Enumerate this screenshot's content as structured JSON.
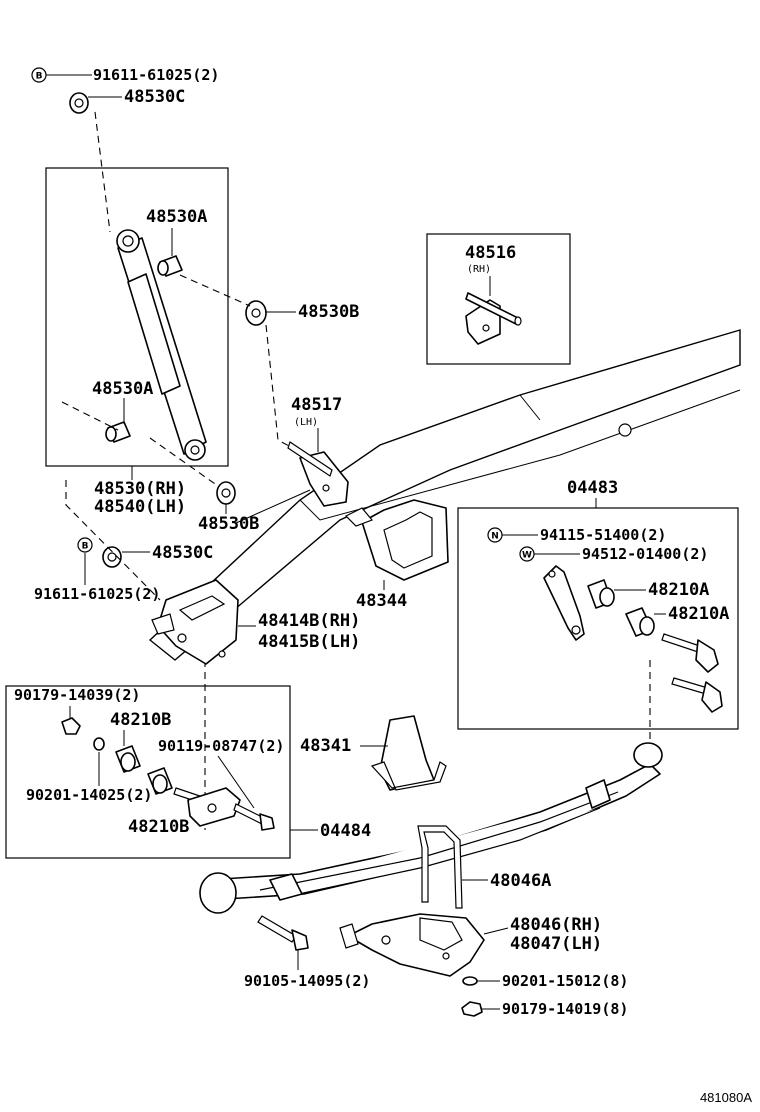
{
  "labels": {
    "shock_nut_top": "91611-61025(2)",
    "bushing_c_top": "48530C",
    "bushing_a_upper": "48530A",
    "bushing_b_upper": "48530B",
    "bushing_a_lower": "48530A",
    "shock_rh": "48530(RH)",
    "shock_lh": "48540(LH)",
    "bushing_b_lower": "48530B",
    "bushing_c_lower": "48530C",
    "shock_nut_bottom": "91611-61025(2)",
    "bracket_rh": "48516",
    "bracket_rh_sub": "(RH)",
    "bracket_lh": "48517",
    "bracket_lh_sub": "(LH)",
    "shackle_kit": "04483",
    "shackle_nut": "94115-51400(2)",
    "shackle_washer": "94512-01400(2)",
    "shackle_bushing_1": "48210A",
    "shackle_bushing_2": "48210A",
    "bumper_upper": "48344",
    "seat_rh": "48414B(RH)",
    "seat_lh": "48415B(LH)",
    "front_nut": "90179-14039(2)",
    "front_bushing_1": "48210B",
    "front_bolt": "90119-08747(2)",
    "front_washer": "90201-14025(2)",
    "front_bushing_2": "48210B",
    "front_kit": "04484",
    "bumper_lower": "48341",
    "u_bolt": "48046A",
    "plate_rh": "48046(RH)",
    "plate_lh": "48047(LH)",
    "main_bolt": "90105-14095(2)",
    "plate_washer": "90201-15012(8)",
    "plate_nut": "90179-14019(8)",
    "figure_id": "481080A"
  },
  "badges": {
    "b_top": "B",
    "b_bottom": "B",
    "n": "N",
    "w": "W"
  }
}
